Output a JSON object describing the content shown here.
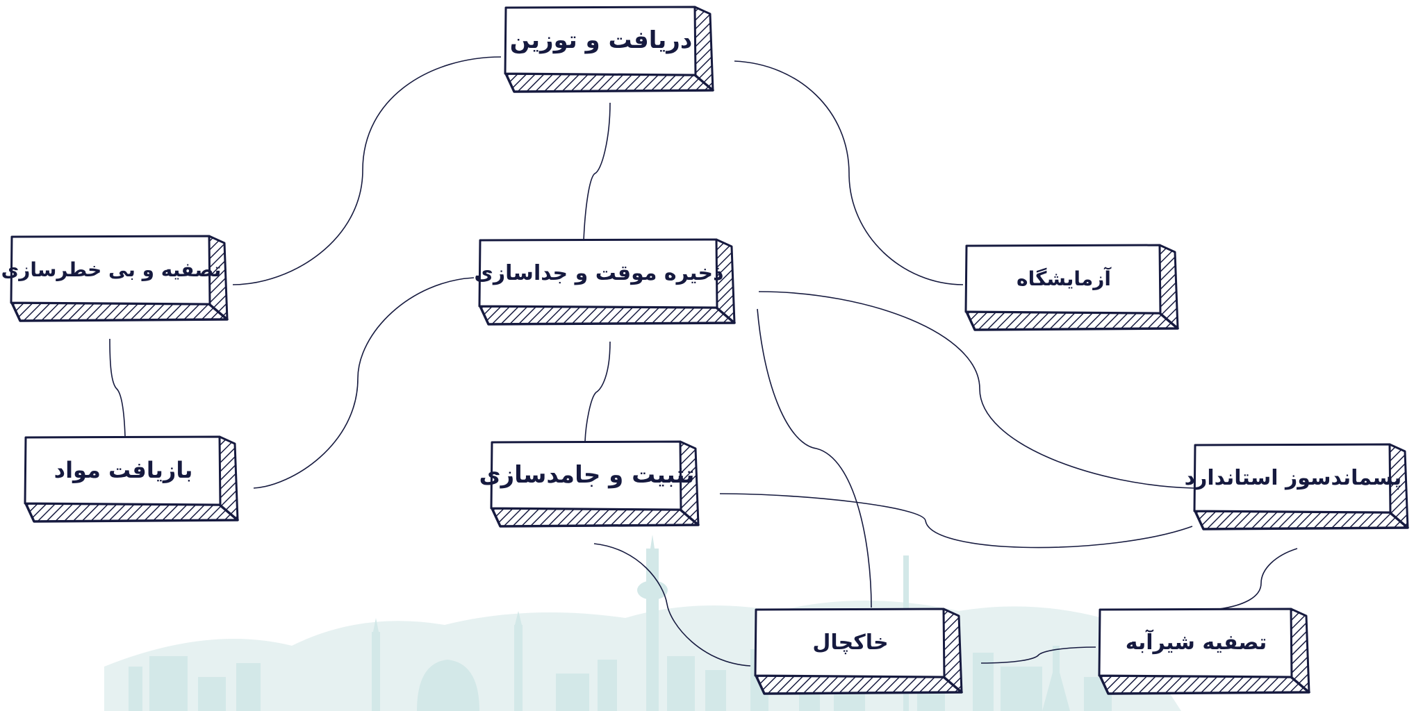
{
  "diagram": {
    "colors": {
      "ink": "#161a3f",
      "box_fill": "#ffffff",
      "skyline": "#d9ecec"
    },
    "nodes": [
      {
        "id": "receive",
        "label": "دریافت و توزین"
      },
      {
        "id": "storage",
        "label": "ذخیره موقت و جداسازی"
      },
      {
        "id": "lab",
        "label": "آزمایشگاه"
      },
      {
        "id": "treat",
        "label": "تصفیه و بی خطرسازی"
      },
      {
        "id": "recycle",
        "label": "بازیافت مواد"
      },
      {
        "id": "stabilize",
        "label": "تثبیت و جامدسازی"
      },
      {
        "id": "incinerator",
        "label": "پسماندسوز استاندارد"
      },
      {
        "id": "landfill",
        "label": "خاکچال"
      },
      {
        "id": "leachate",
        "label": "تصفیه شیرآبه"
      }
    ],
    "edges": [
      {
        "from": "receive",
        "to": "treat"
      },
      {
        "from": "receive",
        "to": "storage"
      },
      {
        "from": "receive",
        "to": "lab"
      },
      {
        "from": "treat",
        "to": "recycle"
      },
      {
        "from": "storage",
        "to": "recycle"
      },
      {
        "from": "storage",
        "to": "stabilize"
      },
      {
        "from": "storage",
        "to": "incinerator"
      },
      {
        "from": "storage",
        "to": "landfill"
      },
      {
        "from": "stabilize",
        "to": "incinerator"
      },
      {
        "from": "stabilize",
        "to": "landfill"
      },
      {
        "from": "incinerator",
        "to": "leachate"
      },
      {
        "from": "landfill",
        "to": "leachate"
      }
    ]
  }
}
